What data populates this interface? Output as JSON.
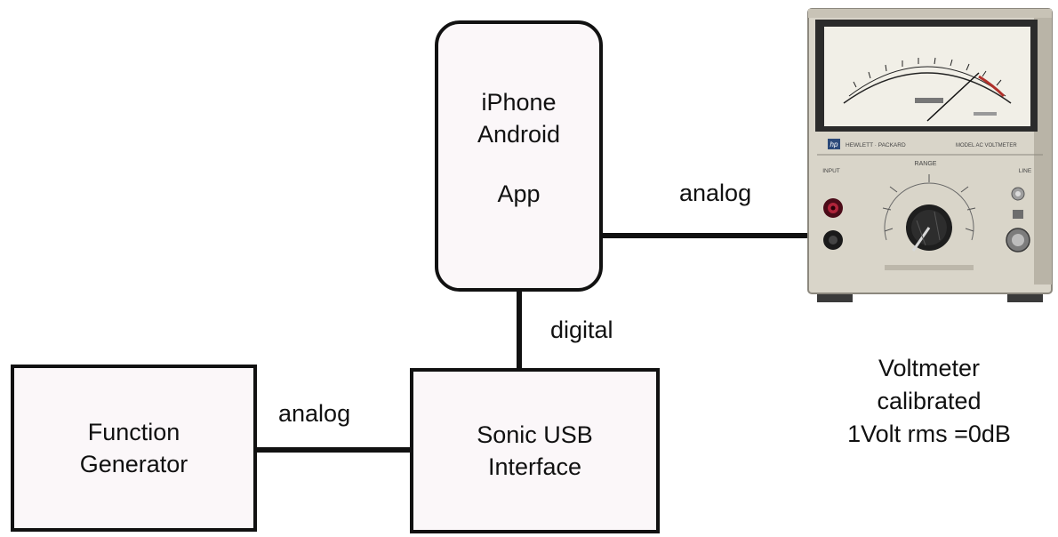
{
  "phone_box": {
    "line1": "iPhone",
    "line2": "Android",
    "line3": "App"
  },
  "sonic_box": {
    "line1": "Sonic USB",
    "line2": "Interface"
  },
  "function_box": {
    "line1": "Function",
    "line2": "Generator"
  },
  "labels": {
    "phone_to_meter": "analog",
    "phone_to_sonic": "digital",
    "func_to_sonic": "analog"
  },
  "voltmeter": {
    "brand": "HEWLETT · PACKARD",
    "model": "MODEL AC VOLTMETER",
    "range_label": "RANGE",
    "input_label": "INPUT",
    "line_label": "LINE",
    "caption_line1": "Voltmeter",
    "caption_line2": "calibrated",
    "caption_line3": "1Volt rms =0dB"
  },
  "colors": {
    "line": "#111111",
    "box_fill": "#fbf7f9",
    "meter_body": "#d9d5c9",
    "meter_panel": "#e8e4d8"
  }
}
